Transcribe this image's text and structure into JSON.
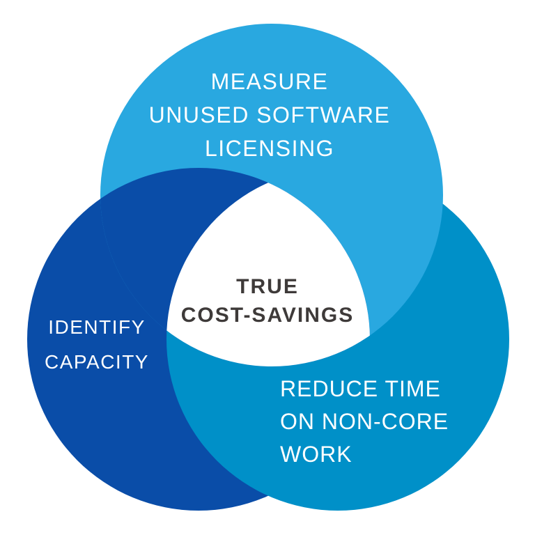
{
  "background_color": "#FFFFFF",
  "diagram": {
    "type": "venn-3-interlocking",
    "label_text_color": "#FFFFFF",
    "center_label": {
      "color": "#3E3A39",
      "lines": [
        "TRUE",
        "COST-SAVINGS"
      ]
    },
    "circles": {
      "top": {
        "color": "#29A8E0",
        "label_lines": [
          "MEASURE",
          "UNUSED SOFTWARE",
          "LICENSING"
        ]
      },
      "left": {
        "color": "#0A4DA8",
        "label_lines": [
          "IDENTIFY",
          "CAPACITY"
        ]
      },
      "right": {
        "color": "#0090C8",
        "label_lines": [
          "REDUCE TIME",
          "ON NON-CORE",
          "WORK"
        ]
      }
    }
  }
}
